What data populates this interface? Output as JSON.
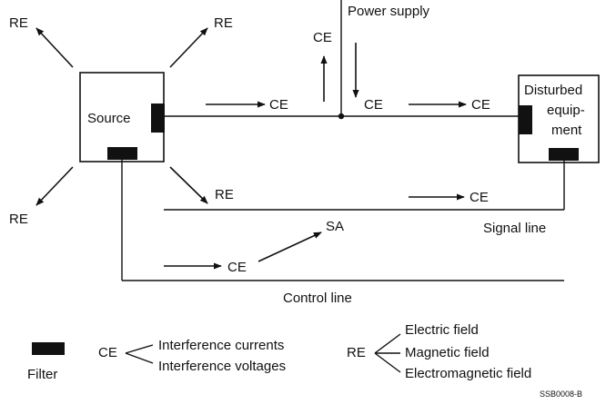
{
  "labels": {
    "source": "Source",
    "disturbed": [
      "Disturbed",
      "equip-",
      "ment"
    ],
    "power_supply": "Power supply",
    "signal_line": "Signal line",
    "control_line": "Control line",
    "ce": "CE",
    "re": "RE",
    "sa": "SA"
  },
  "legend": {
    "filter": "Filter",
    "ce_abbr": "CE",
    "ce_items": [
      "Interference currents",
      "Interference voltages"
    ],
    "re_abbr": "RE",
    "re_items": [
      "Electric field",
      "Magnetic field",
      "Electromagnetic field"
    ]
  },
  "figure_code": "SSB0008-B"
}
